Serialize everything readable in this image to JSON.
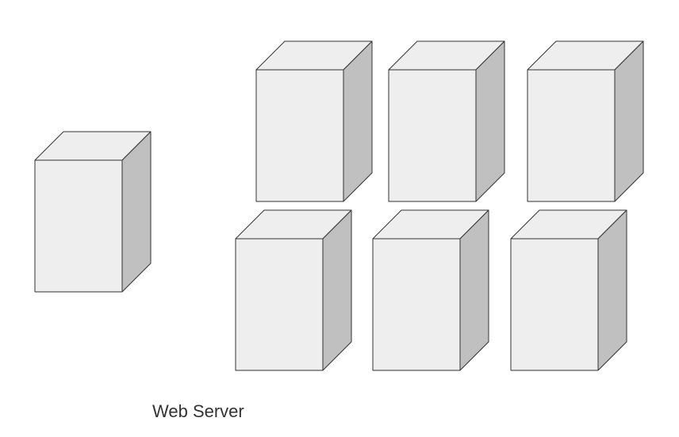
{
  "diagram": {
    "caption": "Web Server",
    "colors": {
      "front": "#eeeeee",
      "top": "#eeeeee",
      "side": "#c0c0c0",
      "stroke": "#333333",
      "caption": "#333333"
    },
    "shapes": [
      {
        "name": "server-box-1",
        "kind": "3d-box"
      },
      {
        "name": "server-box-2",
        "kind": "3d-box"
      },
      {
        "name": "server-box-3",
        "kind": "3d-box"
      },
      {
        "name": "server-box-4",
        "kind": "3d-box"
      },
      {
        "name": "server-box-5",
        "kind": "3d-box"
      },
      {
        "name": "server-box-6",
        "kind": "3d-box"
      },
      {
        "name": "server-box-7",
        "kind": "3d-box"
      }
    ]
  }
}
